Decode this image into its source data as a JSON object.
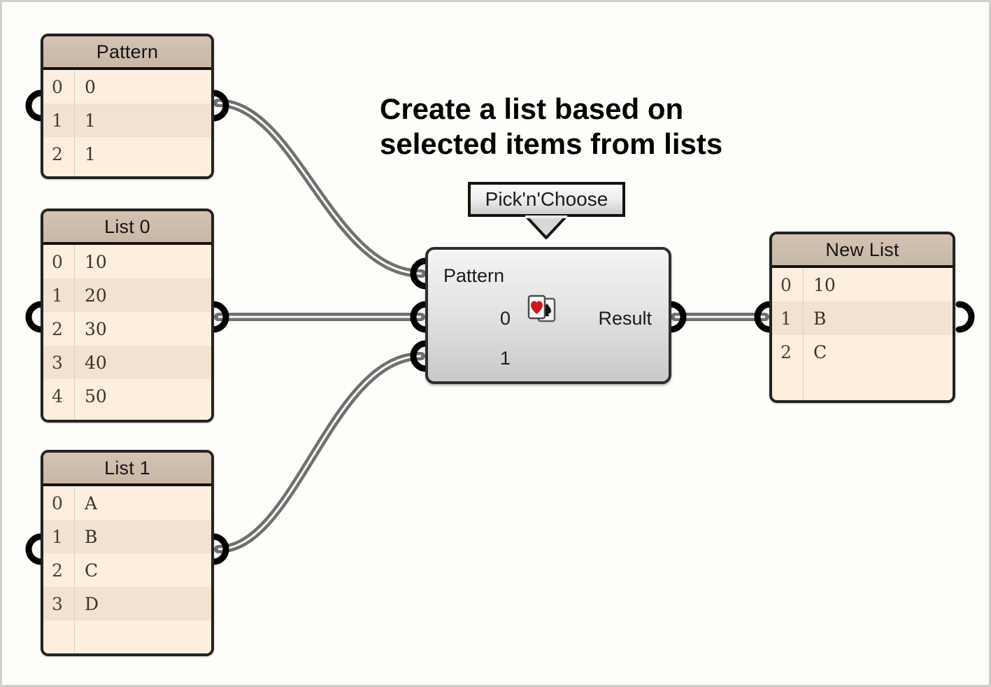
{
  "canvas": {
    "background_color": "#fffdf8",
    "border_color": "#cfcfcd",
    "wire_color": "#707070",
    "port_color": "#000000"
  },
  "headline": {
    "line1": "Create a list based on",
    "line2": "selected items from lists"
  },
  "tooltip": {
    "label": "Pick'n'Choose"
  },
  "panels": [
    {
      "id": "pattern",
      "title": "Pattern",
      "rows": [
        {
          "index": "0",
          "value": "0"
        },
        {
          "index": "1",
          "value": "1"
        },
        {
          "index": "2",
          "value": "1"
        }
      ],
      "has_input_port": true,
      "has_output_port": true
    },
    {
      "id": "list0",
      "title": "List 0",
      "rows": [
        {
          "index": "0",
          "value": "10"
        },
        {
          "index": "1",
          "value": "20"
        },
        {
          "index": "2",
          "value": "30"
        },
        {
          "index": "3",
          "value": "40"
        },
        {
          "index": "4",
          "value": "50"
        }
      ],
      "has_input_port": true,
      "has_output_port": true
    },
    {
      "id": "list1",
      "title": "List 1",
      "rows": [
        {
          "index": "0",
          "value": "A"
        },
        {
          "index": "1",
          "value": "B"
        },
        {
          "index": "2",
          "value": "C"
        },
        {
          "index": "3",
          "value": "D"
        }
      ],
      "has_input_port": true,
      "has_output_port": true
    },
    {
      "id": "newlist",
      "title": "New List",
      "rows": [
        {
          "index": "0",
          "value": "10"
        },
        {
          "index": "1",
          "value": "B"
        },
        {
          "index": "2",
          "value": "C"
        }
      ],
      "has_input_port": true,
      "has_output_port": true
    }
  ],
  "component": {
    "inputs": [
      {
        "label": "Pattern"
      },
      {
        "label": "0"
      },
      {
        "label": "1"
      }
    ],
    "output": {
      "label": "Result"
    },
    "icon": {
      "name": "playing-cards-icon",
      "front_suit": "heart",
      "front_suit_color": "#cc1a1a",
      "back_suit": "spade",
      "back_suit_color": "#111111"
    }
  }
}
